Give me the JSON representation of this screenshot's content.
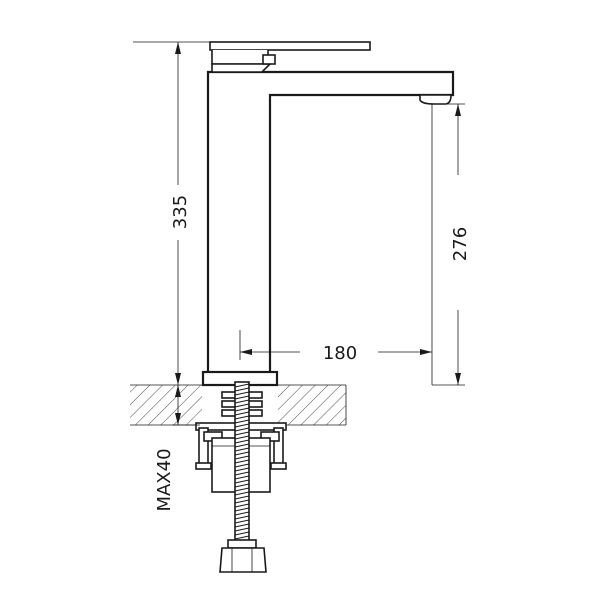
{
  "diagram": {
    "dimensions": {
      "height_total": "335",
      "spout_height": "276",
      "spout_reach": "180",
      "max_thickness": "MAX40"
    },
    "colors": {
      "line": "#1a1a1a",
      "background": "#ffffff"
    }
  }
}
